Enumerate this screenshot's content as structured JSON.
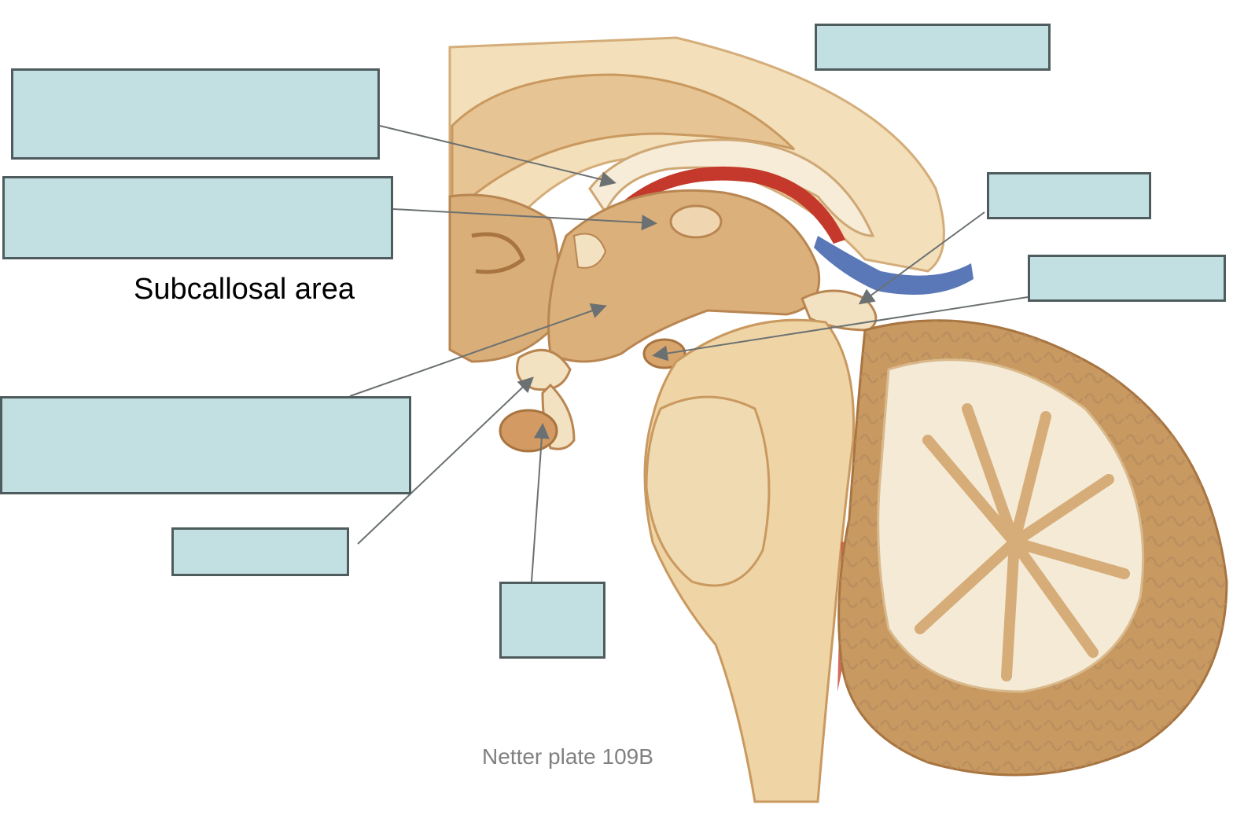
{
  "diagram": {
    "caption_text": "Subcallosal area",
    "credit_text": "Netter plate 109B",
    "colors": {
      "label_fill": "#c2e0e2",
      "label_border": "#4f5c5e",
      "leader_line": "#6b7172",
      "tissue_light": "#f3dfb9",
      "tissue_mid": "#e0b987",
      "tissue_dark": "#c48f5c",
      "artery": "#c4392b",
      "vein": "#5a78b8"
    },
    "label_boxes": [
      {
        "id": "label-1",
        "text": ""
      },
      {
        "id": "label-2",
        "text": ""
      },
      {
        "id": "label-3",
        "text": ""
      },
      {
        "id": "label-4",
        "text": ""
      },
      {
        "id": "label-5",
        "text": ""
      },
      {
        "id": "label-6",
        "text": ""
      },
      {
        "id": "label-7",
        "text": ""
      },
      {
        "id": "label-8",
        "text": ""
      }
    ]
  }
}
